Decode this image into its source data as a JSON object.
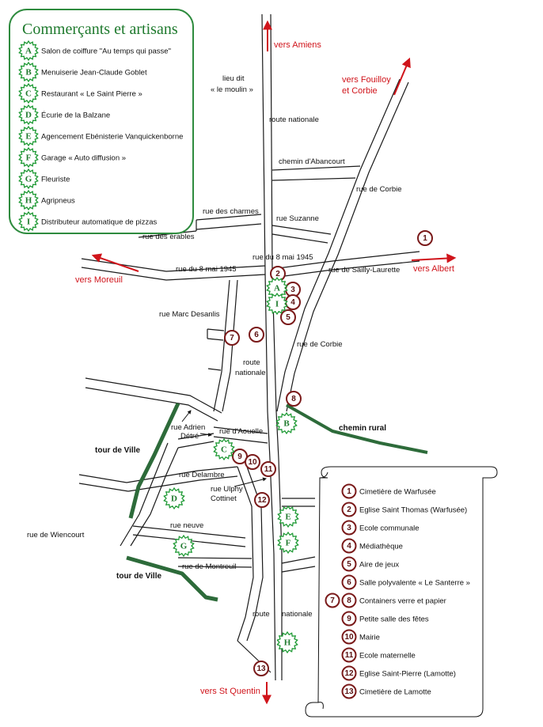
{
  "legend_commerce": {
    "title": "Commerçants et artisans",
    "items": [
      {
        "key": "A",
        "label": "Salon de coiffure \"Au temps qui passe\""
      },
      {
        "key": "B",
        "label": "Menuiserie Jean-Claude Goblet"
      },
      {
        "key": "C",
        "label": "Restaurant « Le Saint Pierre »"
      },
      {
        "key": "D",
        "label": "Écurie de la Balzane"
      },
      {
        "key": "E",
        "label": "Agencement Ebénisterie Vanquickenborne"
      },
      {
        "key": "F",
        "label": "Garage « Auto diffusion »"
      },
      {
        "key": "G",
        "label": "Fleuriste"
      },
      {
        "key": "H",
        "label": "Agripneus"
      },
      {
        "key": "I",
        "label": "Distributeur automatique de pizzas"
      }
    ]
  },
  "legend_places": {
    "items": [
      {
        "key": "1",
        "label": "Cimetière de Warfusée"
      },
      {
        "key": "2",
        "label": "Eglise Saint Thomas (Warfusée)"
      },
      {
        "key": "3",
        "label": "Ecole communale"
      },
      {
        "key": "4",
        "label": "Médiathèque"
      },
      {
        "key": "5",
        "label": "Aire de jeux"
      },
      {
        "key": "6",
        "label": "Salle polyvalente « Le Santerre »"
      },
      {
        "key": "7",
        "key2": "8",
        "label": "Containers verre et papier"
      },
      {
        "key": "9",
        "label": "Petite salle des fêtes"
      },
      {
        "key": "10",
        "label": "Mairie"
      },
      {
        "key": "11",
        "label": "Ecole maternelle"
      },
      {
        "key": "12",
        "label": "Eglise Saint-Pierre (Lamotte)"
      },
      {
        "key": "13",
        "label": "Cimetière de Lamotte"
      }
    ]
  },
  "directions": {
    "amiens": "vers Amiens",
    "fouilloy_1": "vers Fouilloy",
    "fouilloy_2": "et Corbie",
    "moreuil": "vers Moreuil",
    "albert": "vers Albert",
    "st_quentin": "vers  St Quentin"
  },
  "streets": {
    "lieu_dit_1": "lieu dit",
    "lieu_dit_2": "« le moulin »",
    "route_nationale_north": "route nationale",
    "chemin_abancourt": "chemin d'Abancourt",
    "rue_corbie_north": "rue de Corbie",
    "rue_charmes": "rue des charmes",
    "rue_suzanne": "rue Suzanne",
    "rue_erables": "rue des érables",
    "rue_8_mai_west": "rue du 8 mai 1945",
    "rue_8_mai_east": "rue  du 8 mai 1945",
    "rue_sailly": "rue de Sailly-Laurette",
    "rue_marc": "rue Marc Desanlis",
    "rue_corbie_south": "rue de Corbie",
    "route_nationale_mid_1": "route",
    "route_nationale_mid_2": "nationale",
    "chemin_rural": "chemin rural",
    "rue_adrien_1": "rue Adrien",
    "rue_adrien_2": "Détré",
    "rue_aouelle": "rue d'Aouelle",
    "tour_ville_1": "tour de Ville",
    "rue_delambre": "rue  Delambre",
    "rue_ulphy_1": "rue Ulphy",
    "rue_ulphy_2": "Cottinet",
    "rue_wiencourt": "rue de Wiencourt",
    "rue_neuve": "rue neuve",
    "tour_ville_2": "tour de Ville",
    "rue_montreuil": "rue de Montreuil",
    "route_south": "route",
    "nationale_south": "nationale"
  },
  "markers_numbers": [
    "1",
    "2",
    "3",
    "4",
    "5",
    "6",
    "7",
    "8",
    "9",
    "10",
    "11",
    "12",
    "13"
  ],
  "markers_letters": [
    "A",
    "I",
    "B",
    "C",
    "D",
    "E",
    "F",
    "G",
    "H"
  ],
  "colors": {
    "road": "#1a1a1a",
    "green_path": "#2d6b3a",
    "legend_border": "#2e8b3e",
    "marker_red": "#7a1a1a",
    "direction": "#d0141b"
  }
}
